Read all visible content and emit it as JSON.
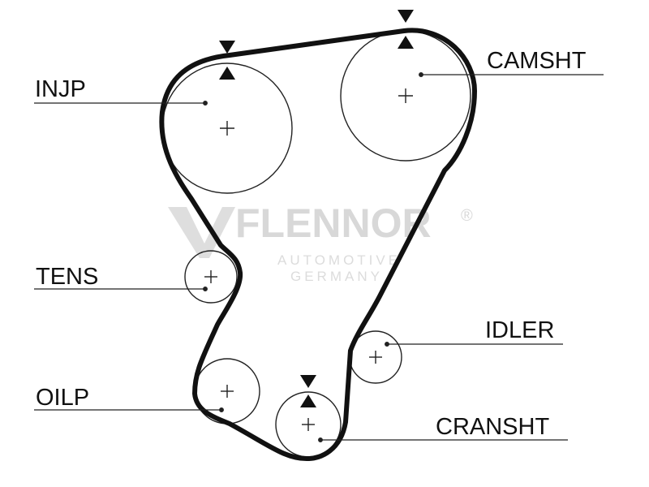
{
  "labels": {
    "injp": "INJP",
    "camsht": "CAMSHT",
    "tens": "TENS",
    "idler": "IDLER",
    "oilp": "OILP",
    "cransht": "CRANSHT"
  },
  "watermark": {
    "brand": "FLENNOR",
    "registered": "®",
    "line1": "AUTOMOTIVE",
    "line2": "GERMANY"
  },
  "colors": {
    "belt": "#111111",
    "pulley": "#222222",
    "watermark": "#d8d8d8"
  }
}
